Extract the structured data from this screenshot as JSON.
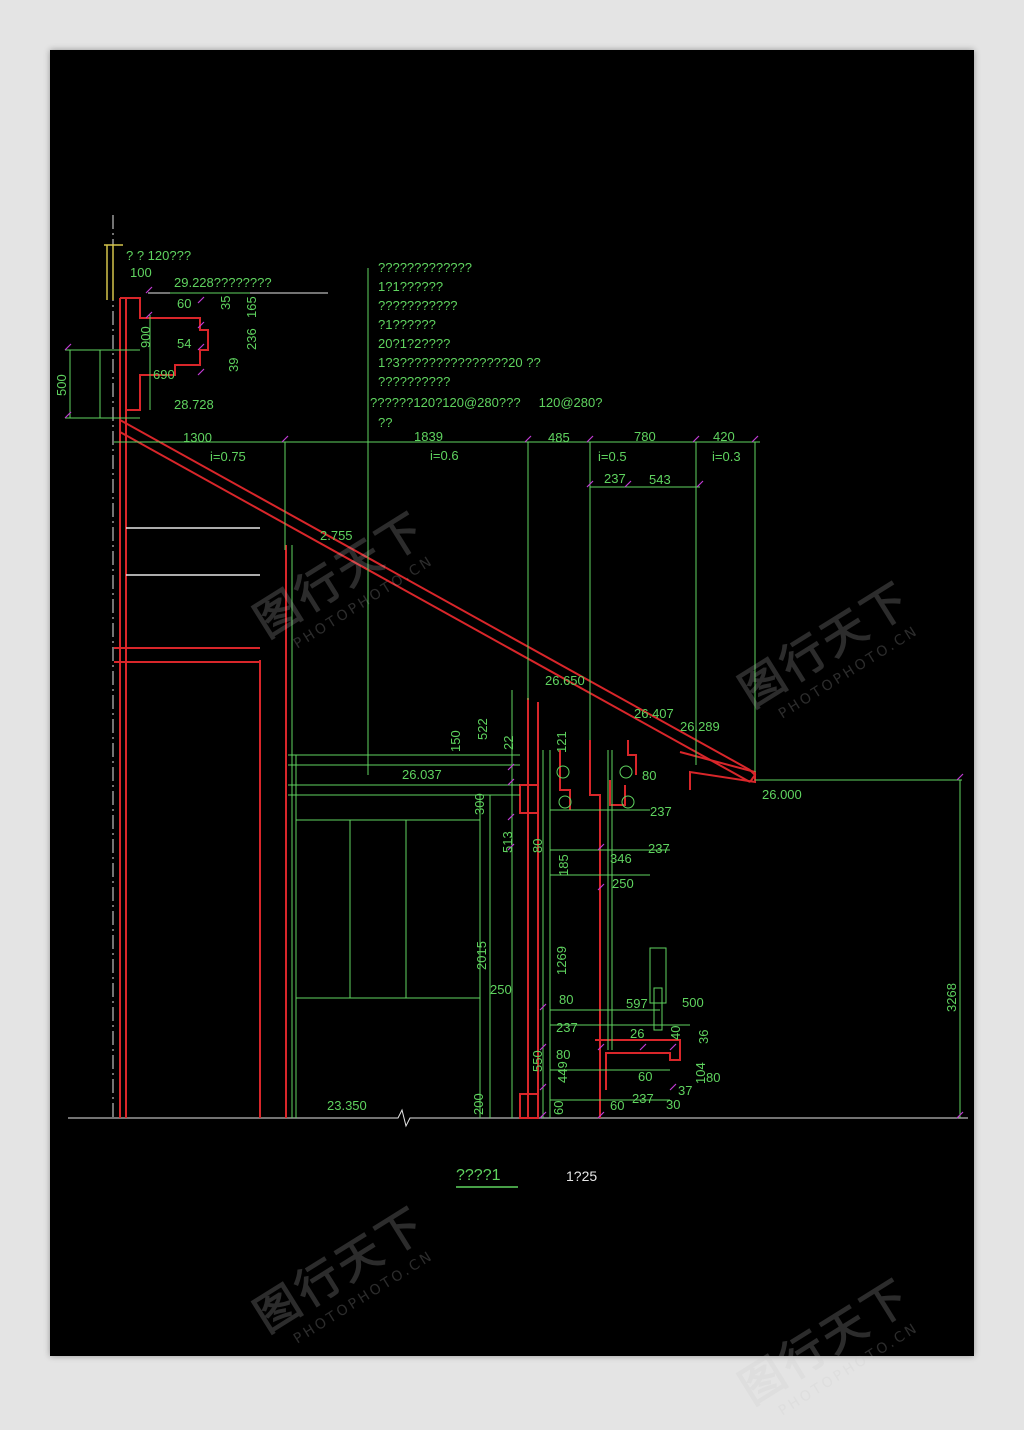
{
  "drawing": {
    "title": "????1",
    "scale": "1?25",
    "notes": [
      "?????????????",
      "1?1??????",
      "???????????",
      "?1??????",
      "20?1?2????",
      "1?3???????????????20  ??",
      "??????????",
      "??????120?120@280???     120@280?",
      "??"
    ],
    "top_labels": {
      "rail": "? ? 120???",
      "rail_dim": "100",
      "top_elev": "29.228????????",
      "d60": "60",
      "d35": "35",
      "d165": "165",
      "d900": "900",
      "d54": "54",
      "d236": "236",
      "d39": "39",
      "d690": "690",
      "d500": "500",
      "d500_outer": "500",
      "elev_28728": "28.728"
    },
    "slope_dims": {
      "d1300": "1300",
      "i075": "i=0.75",
      "d1839": "1839",
      "i06": "i=0.6",
      "d485": "485",
      "d780": "780",
      "i05": "i=0.5",
      "d420": "420",
      "i03": "i=0.3",
      "d237": "237",
      "d543": "543",
      "d2755": "2.755"
    },
    "elevations": {
      "e26650": "26.650",
      "e26407": "26.407",
      "e26289": "26.289",
      "e26037": "26.037",
      "e26000": "26.000",
      "e23350": "23.350"
    },
    "bracket_dims": {
      "d150": "150",
      "d522": "522",
      "d22": "22",
      "d121": "121",
      "d80a": "80",
      "d300": "300",
      "d237a": "237",
      "d513": "513",
      "d80b": "80",
      "d237b": "237",
      "d185": "185",
      "d346": "346",
      "d250a": "250",
      "d2015": "2015",
      "d1269": "1269",
      "d250b": "250",
      "d80c": "80",
      "d597": "597",
      "d500b": "500",
      "d237c": "237",
      "d26x": "26",
      "d40": "40",
      "d36": "36",
      "d550": "550",
      "d449": "449",
      "d80d": "80",
      "d104": "104",
      "d60": "60",
      "d80e": "80",
      "d37": "37",
      "d237d": "237",
      "d30": "30",
      "d200": "200",
      "d60b": "60",
      "d60c": "60",
      "d3268": "3268",
      "d3268_outer": "3268"
    },
    "watermark": {
      "cn": "图行天下",
      "en": "PHOTOPHOTO.CN"
    }
  },
  "colors": {
    "background": "#000000",
    "dimension_green": "#5fd35f",
    "structure_red": "#d9262a",
    "annotation_white": "#e6e6e6",
    "marker_magenta": "#c23bd6",
    "rail_yellow": "#d4c44a",
    "page_gray": "#e4e4e4"
  }
}
